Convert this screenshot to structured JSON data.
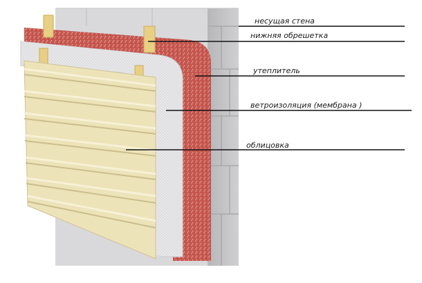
{
  "labels": {
    "load_bearing_wall": "несущая стена",
    "lower_batten": "нижняя обрешетка",
    "insulation": "утеплитель",
    "wind_barrier": "ветроизоляция (мембрана )",
    "cladding": "облицовка"
  },
  "colors": {
    "wall_block": "#d9d9db",
    "wall_mortar": "#b9b9bc",
    "insulation": "#c9574f",
    "membrane": "#e6e6e8",
    "batten": "#e8cf84",
    "siding": "#ece3b9",
    "leader_line": "#111111"
  }
}
